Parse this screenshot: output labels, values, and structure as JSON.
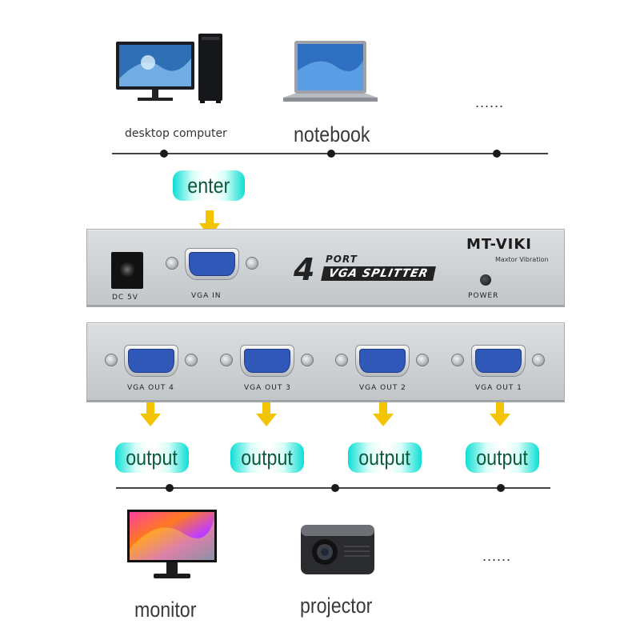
{
  "top": {
    "devices": [
      {
        "label": "desktop computer"
      },
      {
        "label": "notebook"
      },
      {
        "label": "......"
      }
    ]
  },
  "input_badge": {
    "label": "enter"
  },
  "splitter_front": {
    "dc_label": "DC 5V",
    "vga_in_label": "VGA IN",
    "port_count": "4",
    "port_word": "PORT",
    "model_label": "VGA SPLITTER",
    "brand": "MT-VIKI",
    "brand_sub": "Maxtor Vibration",
    "power_label": "POWER"
  },
  "splitter_back": {
    "ports": [
      {
        "label": "VGA OUT 4"
      },
      {
        "label": "VGA OUT 3"
      },
      {
        "label": "VGA OUT 2"
      },
      {
        "label": "VGA OUT 1"
      }
    ]
  },
  "output_badges": [
    {
      "label": "output"
    },
    {
      "label": "output"
    },
    {
      "label": "output"
    },
    {
      "label": "output"
    }
  ],
  "bottom": {
    "devices": [
      {
        "label": "monitor"
      },
      {
        "label": "projector"
      },
      {
        "label": "......"
      }
    ]
  },
  "colors": {
    "arrow": "#f5c400",
    "badge_teal": "#00dcd2",
    "vga_blue": "#2f58b8",
    "panel_grey": "#cfd2d5"
  }
}
